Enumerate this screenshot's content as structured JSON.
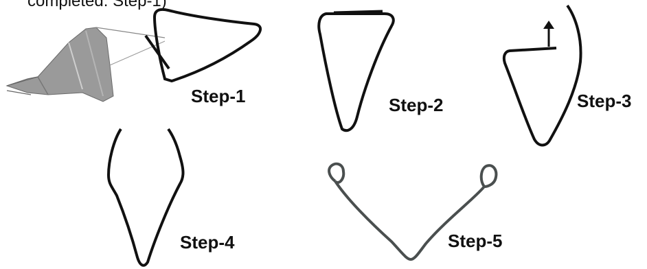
{
  "caption": "completed: Step-1)",
  "steps": [
    {
      "label": "Step-1"
    },
    {
      "label": "Step-2"
    },
    {
      "label": "Step-3"
    },
    {
      "label": "Step-4"
    },
    {
      "label": "Step-5"
    }
  ],
  "colors": {
    "wire": "#111111",
    "wire_final": "#4a4f4f",
    "mask": "#8a8a8a"
  }
}
